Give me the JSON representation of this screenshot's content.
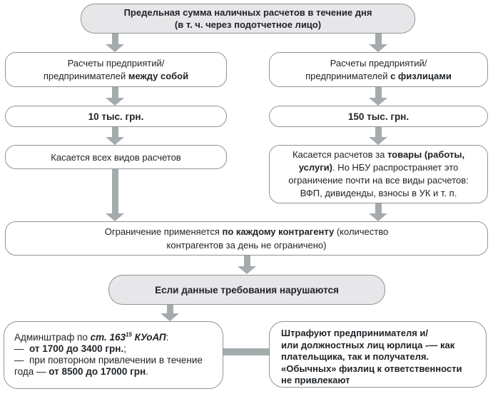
{
  "colors": {
    "fill_gray": "#e7e7e9",
    "border": "#909496",
    "arrow": "#a5aaad",
    "text": "#202428"
  },
  "boxes": {
    "top": {
      "line1": "Предельная сумма наличных расчетов в течение дня",
      "line2": "(в т. ч. через подотчетное лицо)"
    },
    "row2_left": {
      "line1": "Расчеты предприятий/",
      "line2_pre": "предпринимателей ",
      "line2_bold": "между собой"
    },
    "row2_right": {
      "line1": "Расчеты предприятий/",
      "line2_pre": "предпринимателей ",
      "line2_bold": "с физлицами"
    },
    "row3_left": {
      "text": "10 тыс. грн."
    },
    "row3_right": {
      "text": "150 тыс. грн."
    },
    "row4_left": {
      "text": "Касается всех видов расчетов"
    },
    "row4_right": {
      "l1_pre": "Касается расчетов за ",
      "l1_bold": "товары (работы,",
      "l2_bold": "услуги)",
      "l2_rest": ". Но НБУ распространяет это",
      "l3": "ограничение почти на все виды расчетов:",
      "l4": "ВФП, дивиденды, взносы в УК и т. п."
    },
    "wide": {
      "l1_pre": "Ограничение применяется ",
      "l1_bold": "по каждому контрагенту",
      "l1_post": " (количество",
      "l2": "контрагентов за день не ограничено)"
    },
    "condition": {
      "text": "Если данные требования нарушаются"
    },
    "bottom_left": {
      "l1_pre": "Админштраф по ",
      "l1_ref": "ст. 163",
      "l1_sup": "15",
      "l1_ref2": " КУоАП",
      "l1_post": ":",
      "l2_dash": "—  ",
      "l2_bold": "от 1700 до 3400 грн.",
      "l2_post": ";",
      "l3": "—  при повторном привлечении в течение",
      "l4_pre": "года — ",
      "l4_bold": "от 8500 до 17000 грн",
      "l4_post": "."
    },
    "bottom_right": {
      "l1": "Штрафуют предпринимателя и/",
      "l2": "или должностных лиц юрлица -— как",
      "l3": "плательщика, так и получателя.",
      "l4": "«Обычных» физлиц к ответственности",
      "l5": "не привлекают"
    }
  }
}
